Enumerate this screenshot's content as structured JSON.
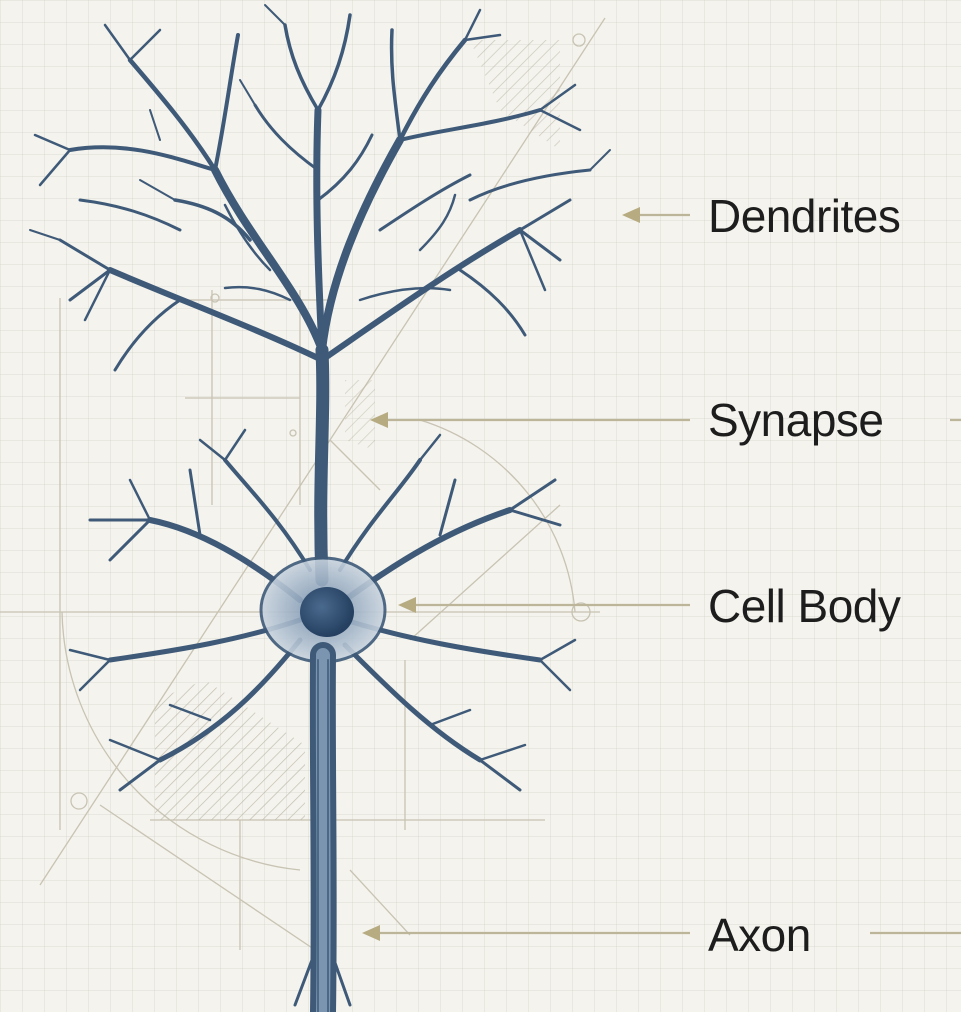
{
  "labels": {
    "dendrites": "Dendrites",
    "synapse": "Synapse",
    "cell_body": "Cell Body",
    "axon": "Axon"
  },
  "colors": {
    "background": "#f4f3ed",
    "neuron_stroke": "#3e5a78",
    "neuron_fill": "#5a7898",
    "nucleus": "#2f4f72",
    "leader_line": "#bdb59a",
    "arrowhead": "#b7ab82",
    "construction_line": "#c8c3b3",
    "label_text": "#1d1d1d"
  },
  "icons": {
    "pointer": "arrowhead-left-icon"
  }
}
